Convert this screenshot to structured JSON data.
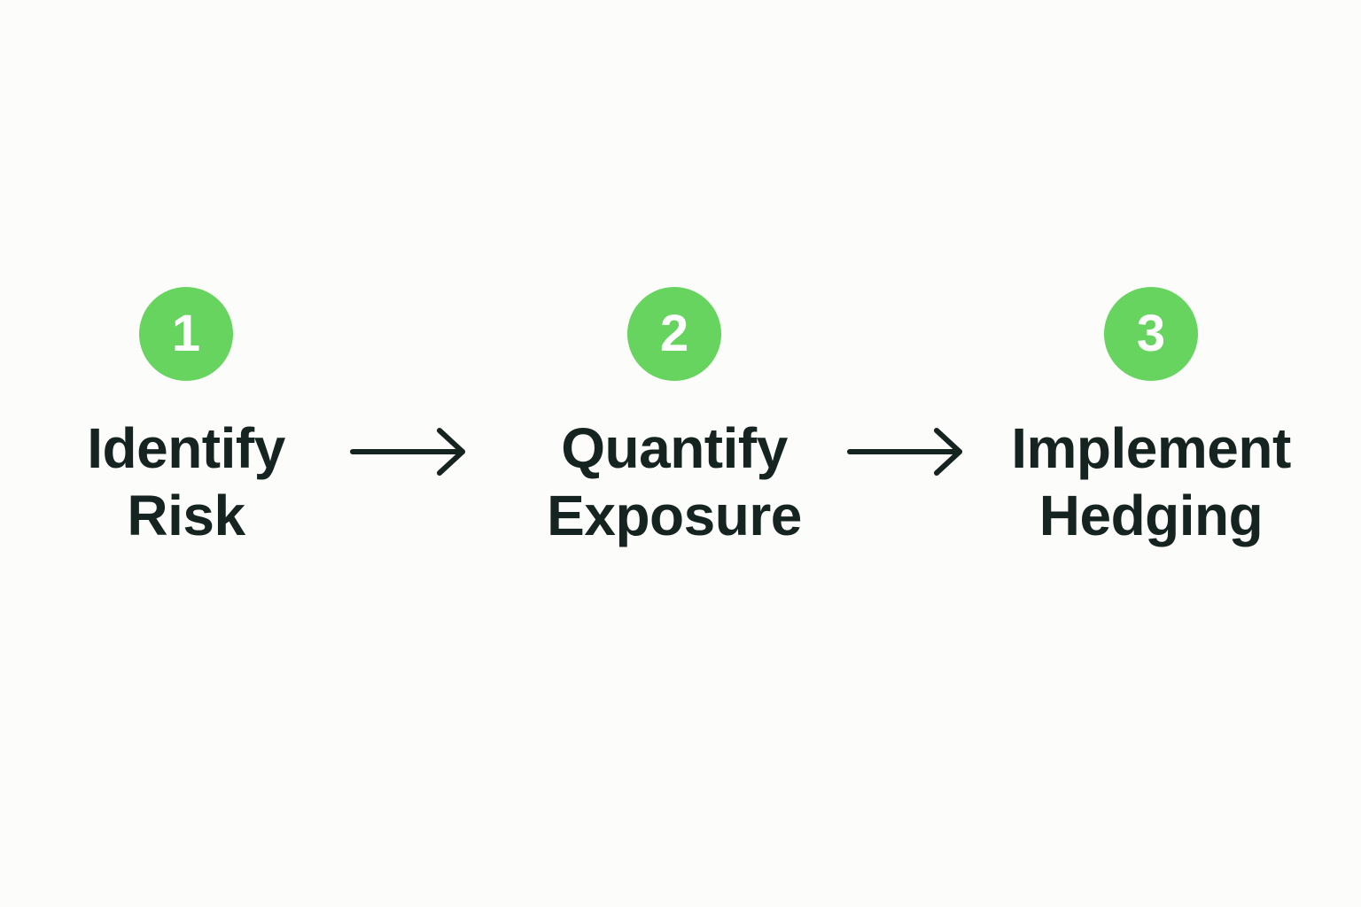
{
  "colors": {
    "background": "#fcfcfa",
    "badge": "#66d45f",
    "badge_text": "#ffffff",
    "text": "#152421",
    "arrow": "#152421"
  },
  "steps": [
    {
      "number": "1",
      "line1": "Identify",
      "line2": "Risk"
    },
    {
      "number": "2",
      "line1": "Quantify",
      "line2": "Exposure"
    },
    {
      "number": "3",
      "line1": "Implement",
      "line2": "Hedging"
    }
  ],
  "arrows": [
    {
      "icon": "arrow-right-icon"
    },
    {
      "icon": "arrow-right-icon"
    }
  ]
}
